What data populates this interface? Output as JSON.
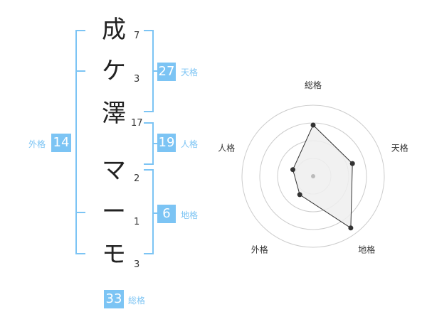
{
  "characters": [
    {
      "char": "成",
      "strokes": "7"
    },
    {
      "char": "ケ",
      "strokes": "3"
    },
    {
      "char": "澤",
      "strokes": "17"
    },
    {
      "char": "マ",
      "strokes": "2"
    },
    {
      "char": "ー",
      "strokes": "1"
    },
    {
      "char": "モ",
      "strokes": "3"
    }
  ],
  "scores": {
    "tenkaku": {
      "label": "天格",
      "value": "27"
    },
    "jinkaku": {
      "label": "人格",
      "value": "19"
    },
    "chikaku": {
      "label": "地格",
      "value": "6"
    },
    "gaikaku": {
      "label": "外格",
      "value": "14"
    },
    "soukaku": {
      "label": "総格",
      "value": "33"
    }
  },
  "colors": {
    "accent": "#7cc4f4",
    "polygon_fill": "#eeeeee",
    "ring": "#cccccc"
  },
  "chart_data": {
    "type": "radar",
    "axes": [
      "総格",
      "天格",
      "地格",
      "外格",
      "人格"
    ],
    "values": [
      0.72,
      0.58,
      0.9,
      0.32,
      0.3
    ],
    "rings": 4
  }
}
